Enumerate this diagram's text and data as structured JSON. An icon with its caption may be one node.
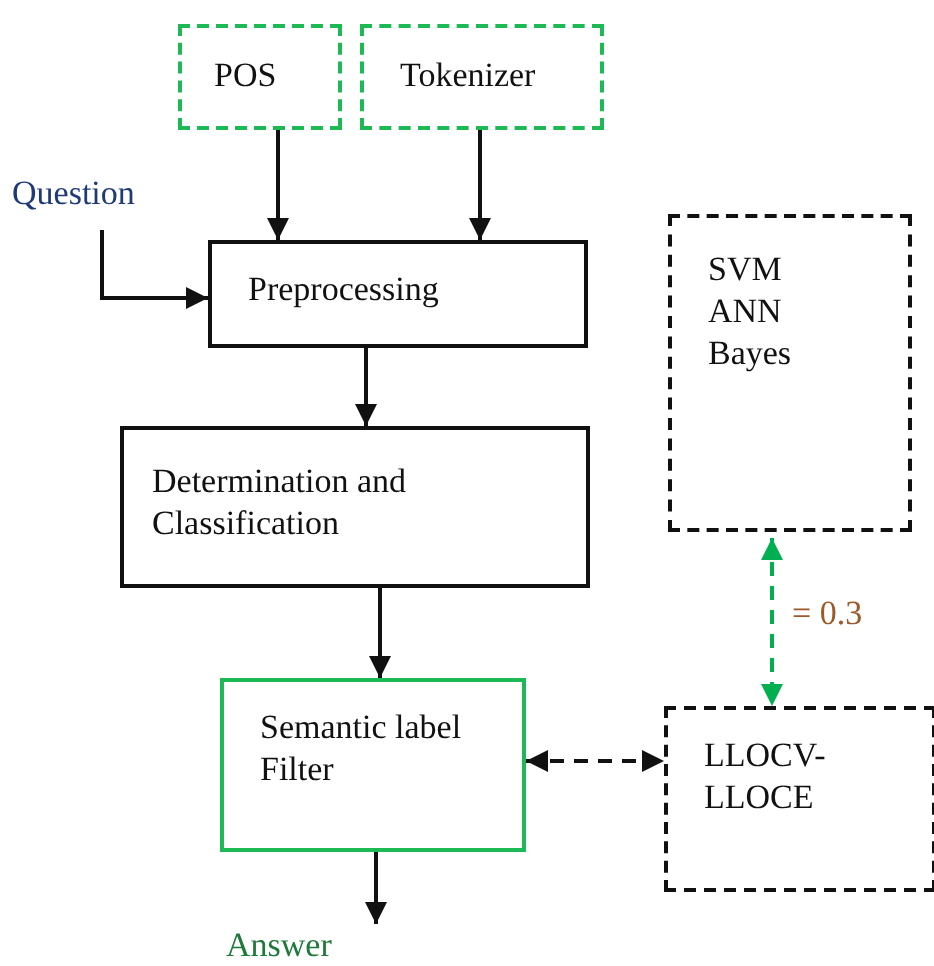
{
  "diagram": {
    "nodes": [
      {
        "text": [
          "POS"
        ]
      },
      {
        "text": [
          "Tokenizer"
        ]
      },
      {
        "text": [
          "Question"
        ]
      },
      {
        "text": [
          "Preprocessing"
        ]
      },
      {
        "text": [
          "Determination and Classification"
        ]
      },
      {
        "text": [
          "SVM ANN Bayes"
        ]
      },
      {
        "text": [
          "Semantic label Filter"
        ]
      },
      {
        "text": [
          "LLOCV- LLOCE"
        ]
      },
      {
        "text": [
          "Answer"
        ]
      }
    ],
    "edges": [
      {
        "from": 0,
        "to": 3,
        "arrow": "to"
      },
      {
        "from": 1,
        "to": 3,
        "arrow": "to"
      },
      {
        "from": 2,
        "to": 3,
        "arrow": "to"
      },
      {
        "from": 3,
        "to": 4,
        "arrow": "to"
      },
      {
        "from": 4,
        "to": 6,
        "arrow": "to"
      },
      {
        "from": 6,
        "to": 8,
        "arrow": "to"
      },
      {
        "from": 6,
        "to": 7,
        "arrow": "both",
        "style": "dashed"
      },
      {
        "from": 5,
        "to": 7,
        "arrow": "both",
        "style": "dashed",
        "color": "#00b050",
        "label": "= 0.3"
      }
    ]
  }
}
